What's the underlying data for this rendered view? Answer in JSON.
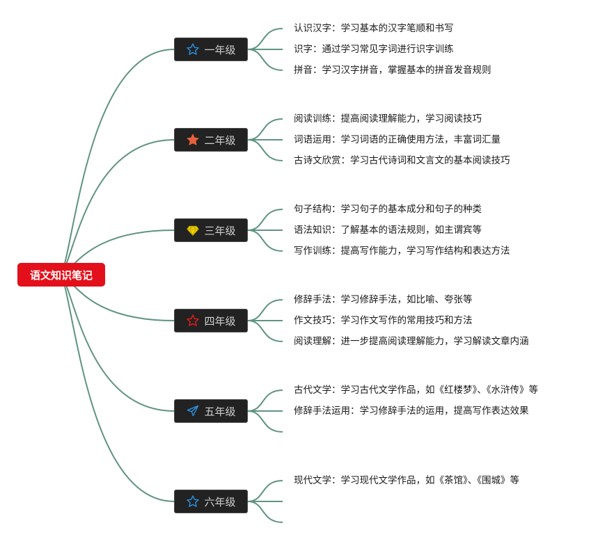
{
  "root": {
    "title": "语文知识笔记"
  },
  "colors": {
    "link": "#5f9383",
    "root_bg": "#e3101b",
    "node_bg": "#222222"
  },
  "grades": [
    {
      "label": "一年级",
      "icon": "star-outline-icon",
      "icon_color": "#2b8ad6",
      "items": [
        "认识汉字：学习基本的汉字笔顺和书写",
        "识字：通过学习常见字词进行识字训练",
        "拼音：学习汉字拼音，掌握基本的拼音发音规则"
      ]
    },
    {
      "label": "二年级",
      "icon": "star-filled-icon",
      "icon_color": "#e8613c",
      "items": [
        "阅读训练：提高阅读理解能力，学习阅读技巧",
        "词语运用：学习词语的正确使用方法，丰富词汇量",
        "古诗文欣赏：学习古代诗词和文言文的基本阅读技巧"
      ]
    },
    {
      "label": "三年级",
      "icon": "diamond-icon",
      "icon_color": "#f2d200",
      "items": [
        "句子结构：学习句子的基本成分和句子的种类",
        "语法知识：了解基本的语法规则，如主谓宾等",
        "写作训练：提高写作能力，学习写作结构和表达方法"
      ]
    },
    {
      "label": "四年级",
      "icon": "star-outline-icon",
      "icon_color": "#e01b1b",
      "items": [
        "修辞手法：学习修辞手法，如比喻、夸张等",
        "作文技巧：学习作文写作的常用技巧和方法",
        "阅读理解：进一步提高阅读理解能力，学习解读文章内涵"
      ]
    },
    {
      "label": "五年级",
      "icon": "paper-plane-icon",
      "icon_color": "#2b8ad6",
      "items": [
        "古代文学：学习古代文学作品，如《红楼梦》、《水浒传》等",
        "修辞手法运用：学习修辞手法的运用，提高写作表达效果",
        ""
      ]
    },
    {
      "label": "六年级",
      "icon": "star-outline-icon",
      "icon_color": "#2b8ad6",
      "items": [
        "现代文学：学习现代文学作品，如《茶馆》、《围城》等",
        "",
        ""
      ]
    }
  ]
}
